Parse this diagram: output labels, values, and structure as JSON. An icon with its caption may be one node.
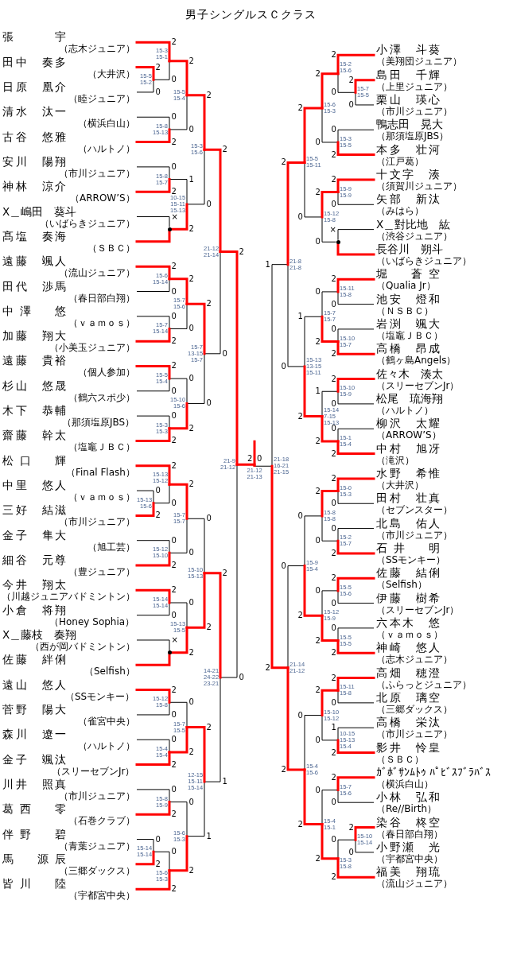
{
  "diagram": {
    "title": "男子シングルスＣクラス",
    "nodes": [
      {
        "text": [
          "張　宇",
          "（志木ジュニア）"
        ]
      },
      {
        "text": [
          "田中　奏多",
          "（大井沢）"
        ]
      },
      {
        "text": [
          "日原　凰介",
          "（睦ジュニア）"
        ]
      },
      {
        "text": [
          "清水　汰一",
          "（横浜白山）"
        ]
      },
      {
        "text": [
          "古谷　悠雅",
          "（ハルトノ）"
        ]
      },
      {
        "text": [
          "安川　陽翔",
          "（市川ジュニア）"
        ]
      },
      {
        "text": [
          "神林　涼介",
          "（ARROW’S）"
        ]
      },
      {
        "text": [
          "X＿嶋田　葵斗",
          "（いばらきジュニア）"
        ]
      },
      {
        "text": [
          "髙塩　奏海",
          "（ＳＢＣ）"
        ]
      },
      {
        "text": [
          "遠藤　颯人",
          "（流山ジュニア）"
        ]
      },
      {
        "text": [
          "田代　渉馬",
          "（春日部白翔）"
        ]
      },
      {
        "text": [
          "中澤　悠",
          "（ｖａｍｏｓ）"
        ]
      },
      {
        "text": [
          "加藤　翔大",
          "（小美玉ジュニア）"
        ]
      },
      {
        "text": [
          "遠藤　貴裕",
          "（個人参加）"
        ]
      },
      {
        "text": [
          "杉山　悠晟",
          "（鶴六スポ少）"
        ]
      },
      {
        "text": [
          "木下　恭輔",
          "（那須塩原JBS）"
        ]
      },
      {
        "text": [
          "齋藤　幹太",
          "（塩竈ＪＢＣ）"
        ]
      },
      {
        "text": [
          "松口　輝",
          "（Final Flash）"
        ]
      },
      {
        "text": [
          "中里　悠人",
          "（ｖａｍｏｓ）"
        ]
      },
      {
        "text": [
          "三好　結滋",
          "（市川ジュニア）"
        ]
      },
      {
        "text": [
          "金子　隼大",
          "（旭工芸）"
        ]
      },
      {
        "text": [
          "細谷　元尊",
          "（豊ジュニア）"
        ]
      },
      {
        "text": [
          "今井　翔太",
          "（川越ジュニアバドミントン）"
        ]
      },
      {
        "text": [
          "小倉　将翔",
          "（Honey Sophia）"
        ]
      },
      {
        "text": [
          "X＿藤枝　奏翔",
          "（西が岡バドミントン）"
        ]
      },
      {
        "text": [
          "佐藤　絆俐",
          "（Selfish）"
        ]
      },
      {
        "text": [
          "遠山　悠人",
          "（SSモンキー）"
        ]
      },
      {
        "text": [
          "菅野　陽大",
          "（雀宮中央）"
        ]
      },
      {
        "text": [
          "森川　遼一",
          "（ハルトノ）"
        ]
      },
      {
        "text": [
          "金子　颯汰",
          "（スリーセブンJr）"
        ]
      },
      {
        "text": [
          "川井　照真",
          "（市川ジュニア）"
        ]
      },
      {
        "text": [
          "葛西　零",
          "（石巻クラブ）"
        ]
      },
      {
        "text": [
          "伴野　碧",
          "（青葉ジュニア）"
        ]
      },
      {
        "text": [
          "馬　源辰",
          "（三郷ダックス）"
        ]
      },
      {
        "text": [
          "皆川　陸",
          "（宇都宮中央）"
        ]
      },
      {
        "text": [
          "小澤　斗葵",
          "（美翔団ジュニア）"
        ]
      },
      {
        "text": [
          "島田　千輝",
          "（上里ジュニア）"
        ]
      },
      {
        "text": [
          "栗山　瑛心",
          "（市川ジュニア）"
        ]
      },
      {
        "text": [
          "鴨志田　晃大",
          "（那須塩原JBS）"
        ]
      },
      {
        "text": [
          "本多　壮河",
          "（江戸葛）"
        ]
      },
      {
        "text": [
          "十文字　湊",
          "（須賀川ジュニア）"
        ]
      },
      {
        "text": [
          "矢部　新汰",
          "（みはら）"
        ]
      },
      {
        "text": [
          "X＿對比地　紘",
          "（渋谷ジュニア）"
        ]
      },
      {
        "text": [
          "長谷川　朔斗",
          "（いばらきジュニア）"
        ]
      },
      {
        "text": [
          "堀　蒼空",
          "（Qualia Jr）"
        ]
      },
      {
        "text": [
          "池安　燈和",
          "（ＮＳＢＣ）"
        ]
      },
      {
        "text": [
          "岩渕　颯大",
          "（塩竈ＪＢＣ）"
        ]
      },
      {
        "text": [
          "高橋　昂成",
          "（鶴ヶ島Angels）"
        ]
      },
      {
        "text": [
          "佐々木　湊太",
          "（スリーセブンJr）"
        ]
      },
      {
        "text": [
          "松尾　琉海翔",
          "（ハルトノ）"
        ]
      },
      {
        "text": [
          "柳沢　太耀",
          "（ARROW’S）"
        ]
      },
      {
        "text": [
          "中村　旭冴",
          "（滝沢）"
        ]
      },
      {
        "text": [
          "水野　希惟",
          "（大井沢）"
        ]
      },
      {
        "text": [
          "田村　壮真",
          "（セブンスター）"
        ]
      },
      {
        "text": [
          "北島　佑人",
          "（市川ジュニア）"
        ]
      },
      {
        "text": [
          "石井　明",
          "（SSモンキー）"
        ]
      },
      {
        "text": [
          "佐藤　結俐",
          "（Selfish）"
        ]
      },
      {
        "text": [
          "伊藤　樹希",
          "（スリーセブンJr）"
        ]
      },
      {
        "text": [
          "六本木　悠",
          "（ｖａｍｏｓ）"
        ]
      },
      {
        "text": [
          "神崎　悠人",
          "（志木ジュニア）"
        ]
      },
      {
        "text": [
          "高畑　穂澄",
          "（ふらっとジュニア）"
        ]
      },
      {
        "text": [
          "北原　璃空",
          "（三郷ダックス）"
        ]
      },
      {
        "text": [
          "高橋　栄汰",
          "（市川ジュニア）"
        ]
      },
      {
        "text": [
          "影井　怜皇",
          "（ＳＢＣ）"
        ]
      },
      {
        "text": [
          "ｶﾞﾎﾞｻﾝﾑﾄｩ ﾊﾟﾋﾞｽﾌﾞﾗﾊﾞｽ",
          "（横浜白山）"
        ]
      },
      {
        "text": [
          "小林　弘和",
          "（Re//Birth）"
        ]
      },
      {
        "text": [
          "染谷　柊空",
          "（春日部白翔）"
        ]
      },
      {
        "text": [
          "小野瀬　光",
          "（宇都宮中央）"
        ]
      },
      {
        "text": [
          "福美　翔琉",
          "（流山ジュニア）"
        ]
      },
      {
        "text": [
          "15-5",
          "15-2"
        ]
      },
      {
        "text": [
          "15-3",
          "15-1"
        ]
      },
      {
        "text": [
          "15-8",
          "15-13"
        ]
      },
      {
        "text": [
          "15-5",
          "15-4"
        ]
      },
      {
        "text": [
          "15-8",
          "15-7"
        ]
      },
      {
        "text": [],
        "shape": "point"
      },
      {
        "text": [
          "10-15",
          "15-11",
          "15-13"
        ]
      },
      {
        "text": [
          "15-3",
          "15-6"
        ]
      },
      {
        "text": [
          "15-6",
          "15-14"
        ]
      },
      {
        "text": [
          "15-7",
          "15-14"
        ]
      },
      {
        "text": [
          "15-7",
          "15-6"
        ]
      },
      {
        "text": [
          "15-5",
          "15-4"
        ]
      },
      {
        "text": [
          "15-3",
          "15-3"
        ]
      },
      {
        "text": [
          "15-10",
          "15-6"
        ]
      },
      {
        "text": [
          "15-7",
          "13-15",
          "15-7"
        ]
      },
      {
        "text": [
          "21-12",
          "21-14"
        ]
      },
      {
        "text": [
          "15-13",
          "15-6"
        ]
      },
      {
        "text": [
          "15-13",
          "15-12"
        ]
      },
      {
        "text": [
          "15-12",
          "15-10"
        ]
      },
      {
        "text": [
          "15-7",
          "15-7"
        ]
      },
      {
        "text": [
          "15-14",
          "15-14"
        ]
      },
      {
        "text": [],
        "shape": "point"
      },
      {
        "text": [
          "15-13",
          "15-5"
        ]
      },
      {
        "text": [
          "15-10",
          "15-13"
        ]
      },
      {
        "text": [
          "15-12",
          "15-8"
        ]
      },
      {
        "text": [
          "15-4",
          "15-4"
        ]
      },
      {
        "text": [
          "15-7",
          "15-5"
        ]
      },
      {
        "text": [
          "15-8",
          "15-9"
        ]
      },
      {
        "text": [
          "15-14",
          "15-14"
        ]
      },
      {
        "text": [
          "15-6",
          "15-3"
        ]
      },
      {
        "text": [
          "15-6",
          "15-3"
        ]
      },
      {
        "text": [
          "12-15",
          "15-11",
          "15-14"
        ]
      },
      {
        "text": [
          "14-21",
          "24-22",
          "23-21"
        ]
      },
      {
        "text": [
          "21-9",
          "21-12"
        ]
      },
      {
        "text": [
          "21-12",
          "21-13"
        ]
      },
      {
        "text": [
          "21-18",
          "16-21",
          "21-15"
        ]
      },
      {
        "text": [
          "21-8",
          "21-8"
        ]
      },
      {
        "text": [
          "15-5",
          "15-11"
        ]
      },
      {
        "text": [
          "15-6",
          "15-3"
        ]
      },
      {
        "text": [
          "15-2",
          "15-6"
        ]
      },
      {
        "text": [
          "15-7",
          "15-5"
        ]
      },
      {
        "text": [
          "15-3",
          "15-5"
        ]
      },
      {
        "text": [
          "15-12",
          "15-8"
        ]
      },
      {
        "text": [
          "15-9",
          "15-9"
        ]
      },
      {
        "text": [],
        "shape": "point"
      },
      {
        "text": [
          "15-13",
          "13-15",
          "15-11"
        ]
      },
      {
        "text": [
          "15-7",
          "15-7"
        ]
      },
      {
        "text": [
          "15-11",
          "15-8"
        ]
      },
      {
        "text": [
          "15-10",
          "15-7"
        ]
      },
      {
        "text": [
          "15-14",
          "7-15",
          "15-13"
        ]
      },
      {
        "text": [
          "15-10",
          "15-9"
        ]
      },
      {
        "text": [
          "15-1",
          "15-4"
        ]
      },
      {
        "text": [
          "21-14",
          "21-12"
        ]
      },
      {
        "text": [
          "15-9",
          "15-4"
        ]
      },
      {
        "text": [
          "15-8",
          "15-8"
        ]
      },
      {
        "text": [
          "15-0",
          "15-3"
        ]
      },
      {
        "text": [
          "15-2",
          "15-7"
        ]
      },
      {
        "text": [
          "15-12",
          "15-9"
        ]
      },
      {
        "text": [
          "15-5",
          "15-6"
        ]
      },
      {
        "text": [
          "15-5",
          "15-5"
        ]
      },
      {
        "text": [
          "15-4",
          "15-6"
        ]
      },
      {
        "text": [
          "15-10",
          "15-12"
        ]
      },
      {
        "text": [
          "15-11",
          "15-8"
        ]
      },
      {
        "text": [
          "10-15",
          "15-13",
          "15-4"
        ]
      },
      {
        "text": [
          "15-4",
          "15-1"
        ]
      },
      {
        "text": [
          "15-7",
          "15-6"
        ]
      },
      {
        "text": [
          "15-3",
          "15-8"
        ]
      },
      {
        "text": [
          "15-10",
          "15-14"
        ]
      }
    ],
    "edges": [
      {
        "from": 1,
        "to": 69,
        "arrow": "none",
        "label": "2",
        "color": "#ff0000"
      },
      {
        "from": 2,
        "to": 69,
        "arrow": "none",
        "label": "0",
        "color": "#000000"
      },
      {
        "from": 0,
        "to": 70,
        "arrow": "none",
        "label": "2",
        "color": "#ff0000"
      },
      {
        "from": 69,
        "to": 70,
        "arrow": "none",
        "label": "0",
        "color": "#000000"
      },
      {
        "from": 3,
        "to": 71,
        "arrow": "none",
        "label": "0",
        "color": "#000000"
      },
      {
        "from": 4,
        "to": 71,
        "arrow": "none",
        "label": "2",
        "color": "#ff0000"
      },
      {
        "from": 70,
        "to": 72,
        "arrow": "none",
        "label": "2",
        "color": "#ff0000"
      },
      {
        "from": 71,
        "to": 72,
        "arrow": "none",
        "label": "0",
        "color": "#000000"
      },
      {
        "from": 5,
        "to": 73,
        "arrow": "none",
        "label": "0",
        "color": "#000000"
      },
      {
        "from": 6,
        "to": 73,
        "arrow": "none",
        "label": "2",
        "color": "#ff0000"
      },
      {
        "from": 7,
        "to": 74,
        "arrow": "none",
        "label": "×",
        "color": "#000000"
      },
      {
        "from": 8,
        "to": 74,
        "arrow": "none",
        "color": "#ff0000"
      },
      {
        "from": 73,
        "to": 75,
        "arrow": "none",
        "label": "1",
        "color": "#000000"
      },
      {
        "from": 74,
        "to": 75,
        "arrow": "none",
        "label": "2",
        "color": "#ff0000"
      },
      {
        "from": 72,
        "to": 76,
        "arrow": "none",
        "label": "2",
        "color": "#ff0000"
      },
      {
        "from": 75,
        "to": 76,
        "arrow": "none",
        "label": "0",
        "color": "#000000"
      },
      {
        "from": 9,
        "to": 77,
        "arrow": "none",
        "label": "2",
        "color": "#ff0000"
      },
      {
        "from": 10,
        "to": 77,
        "arrow": "none",
        "label": "0",
        "color": "#000000"
      },
      {
        "from": 11,
        "to": 78,
        "arrow": "none",
        "label": "0",
        "color": "#000000"
      },
      {
        "from": 12,
        "to": 78,
        "arrow": "none",
        "label": "2",
        "color": "#ff0000"
      },
      {
        "from": 77,
        "to": 79,
        "arrow": "none",
        "label": "2",
        "color": "#ff0000"
      },
      {
        "from": 78,
        "to": 79,
        "arrow": "none",
        "label": "0",
        "color": "#000000"
      },
      {
        "from": 13,
        "to": 80,
        "arrow": "none",
        "label": "2",
        "color": "#ff0000"
      },
      {
        "from": 14,
        "to": 80,
        "arrow": "none",
        "label": "0",
        "color": "#000000"
      },
      {
        "from": 15,
        "to": 81,
        "arrow": "none",
        "label": "0",
        "color": "#000000"
      },
      {
        "from": 16,
        "to": 81,
        "arrow": "none",
        "label": "2",
        "color": "#ff0000"
      },
      {
        "from": 80,
        "to": 82,
        "arrow": "none",
        "label": "0",
        "color": "#000000"
      },
      {
        "from": 81,
        "to": 82,
        "arrow": "none",
        "label": "2",
        "color": "#ff0000"
      },
      {
        "from": 79,
        "to": 83,
        "arrow": "none",
        "label": "2",
        "color": "#ff0000"
      },
      {
        "from": 82,
        "to": 83,
        "arrow": "none",
        "label": "0",
        "color": "#000000"
      },
      {
        "from": 76,
        "to": 84,
        "arrow": "none",
        "label": "2",
        "color": "#ff0000"
      },
      {
        "from": 83,
        "to": 84,
        "arrow": "none",
        "label": "0",
        "color": "#000000"
      },
      {
        "from": 18,
        "to": 85,
        "arrow": "none",
        "label": "0",
        "color": "#000000"
      },
      {
        "from": 19,
        "to": 85,
        "arrow": "none",
        "label": "2",
        "color": "#ff0000"
      },
      {
        "from": 17,
        "to": 86,
        "arrow": "none",
        "label": "2",
        "color": "#ff0000"
      },
      {
        "from": 85,
        "to": 86,
        "arrow": "none",
        "label": "0",
        "color": "#000000"
      },
      {
        "from": 20,
        "to": 87,
        "arrow": "none",
        "label": "0",
        "color": "#000000"
      },
      {
        "from": 21,
        "to": 87,
        "arrow": "none",
        "label": "2",
        "color": "#ff0000"
      },
      {
        "from": 86,
        "to": 88,
        "arrow": "none",
        "label": "2",
        "color": "#ff0000"
      },
      {
        "from": 87,
        "to": 88,
        "arrow": "none",
        "label": "0",
        "color": "#000000"
      },
      {
        "from": 22,
        "to": 89,
        "arrow": "none",
        "label": "2",
        "color": "#ff0000"
      },
      {
        "from": 23,
        "to": 89,
        "arrow": "none",
        "label": "0",
        "color": "#000000"
      },
      {
        "from": 24,
        "to": 90,
        "arrow": "none",
        "label": "×",
        "color": "#000000"
      },
      {
        "from": 25,
        "to": 90,
        "arrow": "none",
        "color": "#ff0000"
      },
      {
        "from": 89,
        "to": 91,
        "arrow": "none",
        "label": "0",
        "color": "#000000"
      },
      {
        "from": 90,
        "to": 91,
        "arrow": "none",
        "label": "2",
        "color": "#ff0000"
      },
      {
        "from": 88,
        "to": 92,
        "arrow": "none",
        "label": "0",
        "color": "#000000"
      },
      {
        "from": 91,
        "to": 92,
        "arrow": "none",
        "label": "2",
        "color": "#ff0000"
      },
      {
        "from": 26,
        "to": 93,
        "arrow": "none",
        "label": "2",
        "color": "#ff0000"
      },
      {
        "from": 27,
        "to": 93,
        "arrow": "none",
        "label": "0",
        "color": "#000000"
      },
      {
        "from": 28,
        "to": 94,
        "arrow": "none",
        "label": "0",
        "color": "#000000"
      },
      {
        "from": 29,
        "to": 94,
        "arrow": "none",
        "label": "2",
        "color": "#ff0000"
      },
      {
        "from": 93,
        "to": 95,
        "arrow": "none",
        "label": "0",
        "color": "#000000"
      },
      {
        "from": 94,
        "to": 95,
        "arrow": "none",
        "label": "2",
        "color": "#ff0000"
      },
      {
        "from": 30,
        "to": 96,
        "arrow": "none",
        "label": "0",
        "color": "#000000"
      },
      {
        "from": 31,
        "to": 96,
        "arrow": "none",
        "label": "2",
        "color": "#ff0000"
      },
      {
        "from": 32,
        "to": 97,
        "arrow": "none",
        "label": "0",
        "color": "#000000"
      },
      {
        "from": 33,
        "to": 97,
        "arrow": "none",
        "label": "2",
        "color": "#ff0000"
      },
      {
        "from": 97,
        "to": 98,
        "arrow": "none",
        "label": "0",
        "color": "#000000"
      },
      {
        "from": 34,
        "to": 98,
        "arrow": "none",
        "label": "2",
        "color": "#ff0000"
      },
      {
        "from": 96,
        "to": 99,
        "arrow": "none",
        "label": "0",
        "color": "#000000"
      },
      {
        "from": 98,
        "to": 99,
        "arrow": "none",
        "label": "2",
        "color": "#ff0000"
      },
      {
        "from": 95,
        "to": 100,
        "arrow": "none",
        "label": "2",
        "color": "#ff0000"
      },
      {
        "from": 99,
        "to": 100,
        "arrow": "none",
        "label": "1",
        "color": "#000000"
      },
      {
        "from": 92,
        "to": 101,
        "arrow": "none",
        "label": "2",
        "color": "#ff0000"
      },
      {
        "from": 100,
        "to": 101,
        "arrow": "none",
        "label": "1",
        "color": "#000000"
      },
      {
        "from": 84,
        "to": 102,
        "arrow": "none",
        "label": "2",
        "color": "#ff0000"
      },
      {
        "from": 101,
        "to": 102,
        "arrow": "none",
        "label": "0",
        "color": "#000000"
      },
      {
        "from": 102,
        "to": 103,
        "arrow": "none",
        "label": "2",
        "color": "#ff0000"
      },
      {
        "from": 103,
        "to": 104,
        "arrow": "none",
        "label": "0",
        "color": "#000000"
      },
      {
        "from": 103,
        "to": null,
        "arrow": "none",
        "color": "#ff0000"
      },
      {
        "from": 104,
        "to": 105,
        "arrow": "none",
        "label": "1",
        "color": "#000000"
      },
      {
        "from": 104,
        "to": 121,
        "arrow": "none",
        "label": "2",
        "color": "#ff0000"
      },
      {
        "from": 105,
        "to": 106,
        "arrow": "none",
        "label": "2",
        "color": "#ff0000"
      },
      {
        "from": 105,
        "to": 114,
        "arrow": "none",
        "label": "0",
        "color": "#000000"
      },
      {
        "from": 106,
        "to": 107,
        "arrow": "none",
        "label": "2",
        "color": "#ff0000"
      },
      {
        "from": 106,
        "to": 111,
        "arrow": "none",
        "label": "0",
        "color": "#000000"
      },
      {
        "from": 107,
        "to": 108,
        "arrow": "none",
        "label": "2",
        "color": "#ff0000"
      },
      {
        "from": 107,
        "to": 110,
        "arrow": "none",
        "label": "0",
        "color": "#000000"
      },
      {
        "from": 108,
        "to": 35,
        "arrow": "none",
        "label": "2",
        "color": "#ff0000"
      },
      {
        "from": 108,
        "to": 109,
        "arrow": "none",
        "label": "0",
        "color": "#000000"
      },
      {
        "from": 109,
        "to": 36,
        "arrow": "none",
        "label": "2",
        "color": "#ff0000"
      },
      {
        "from": 109,
        "to": 37,
        "arrow": "none",
        "label": "0",
        "color": "#000000"
      },
      {
        "from": 110,
        "to": 38,
        "arrow": "none",
        "label": "0",
        "color": "#000000"
      },
      {
        "from": 110,
        "to": 39,
        "arrow": "none",
        "label": "2",
        "color": "#ff0000"
      },
      {
        "from": 111,
        "to": 112,
        "arrow": "none",
        "label": "2",
        "color": "#ff0000"
      },
      {
        "from": 111,
        "to": 113,
        "arrow": "none",
        "label": "0",
        "color": "#000000"
      },
      {
        "from": 112,
        "to": 40,
        "arrow": "none",
        "label": "2",
        "color": "#ff0000"
      },
      {
        "from": 112,
        "to": 41,
        "arrow": "none",
        "label": "0",
        "color": "#000000"
      },
      {
        "from": 113,
        "to": 42,
        "arrow": "none",
        "label": "×",
        "color": "#000000"
      },
      {
        "from": 113,
        "to": 43,
        "arrow": "none",
        "color": "#ff0000"
      },
      {
        "from": 114,
        "to": 115,
        "arrow": "none",
        "label": "1",
        "color": "#000000"
      },
      {
        "from": 114,
        "to": 118,
        "arrow": "none",
        "label": "2",
        "color": "#ff0000"
      },
      {
        "from": 115,
        "to": 116,
        "arrow": "none",
        "label": "0",
        "color": "#000000"
      },
      {
        "from": 115,
        "to": 117,
        "arrow": "none",
        "label": "2",
        "color": "#ff0000"
      },
      {
        "from": 116,
        "to": 44,
        "arrow": "none",
        "label": "2",
        "color": "#ff0000"
      },
      {
        "from": 116,
        "to": 45,
        "arrow": "none",
        "label": "0",
        "color": "#000000"
      },
      {
        "from": 117,
        "to": 46,
        "arrow": "none",
        "label": "0",
        "color": "#000000"
      },
      {
        "from": 117,
        "to": 47,
        "arrow": "none",
        "label": "2",
        "color": "#ff0000"
      },
      {
        "from": 118,
        "to": 119,
        "arrow": "none",
        "label": "1",
        "color": "#000000"
      },
      {
        "from": 118,
        "to": 120,
        "arrow": "none",
        "label": "2",
        "color": "#ff0000"
      },
      {
        "from": 119,
        "to": 48,
        "arrow": "none",
        "label": "2",
        "color": "#ff0000"
      },
      {
        "from": 119,
        "to": 49,
        "arrow": "none",
        "label": "0",
        "color": "#000000"
      },
      {
        "from": 120,
        "to": 50,
        "arrow": "none",
        "label": "0",
        "color": "#000000"
      },
      {
        "from": 120,
        "to": 51,
        "arrow": "none",
        "label": "2",
        "color": "#ff0000"
      },
      {
        "from": 121,
        "to": 122,
        "arrow": "none",
        "label": "0",
        "color": "#000000"
      },
      {
        "from": 121,
        "to": 129,
        "arrow": "none",
        "label": "2",
        "color": "#ff0000"
      },
      {
        "from": 122,
        "to": 123,
        "arrow": "none",
        "label": "0",
        "color": "#000000"
      },
      {
        "from": 122,
        "to": 126,
        "arrow": "none",
        "label": "2",
        "color": "#ff0000"
      },
      {
        "from": 123,
        "to": 124,
        "arrow": "none",
        "label": "2",
        "color": "#ff0000"
      },
      {
        "from": 123,
        "to": 125,
        "arrow": "none",
        "label": "0",
        "color": "#000000"
      },
      {
        "from": 124,
        "to": 52,
        "arrow": "none",
        "label": "2",
        "color": "#ff0000"
      },
      {
        "from": 124,
        "to": 53,
        "arrow": "none",
        "label": "0",
        "color": "#000000"
      },
      {
        "from": 125,
        "to": 54,
        "arrow": "none",
        "label": "0",
        "color": "#000000"
      },
      {
        "from": 125,
        "to": 55,
        "arrow": "none",
        "label": "2",
        "color": "#ff0000"
      },
      {
        "from": 126,
        "to": 127,
        "arrow": "none",
        "label": "0",
        "color": "#000000"
      },
      {
        "from": 126,
        "to": 128,
        "arrow": "none",
        "label": "2",
        "color": "#ff0000"
      },
      {
        "from": 127,
        "to": 56,
        "arrow": "none",
        "label": "2",
        "color": "#ff0000"
      },
      {
        "from": 127,
        "to": 57,
        "arrow": "none",
        "label": "0",
        "color": "#000000"
      },
      {
        "from": 128,
        "to": 58,
        "arrow": "none",
        "label": "0",
        "color": "#000000"
      },
      {
        "from": 128,
        "to": 59,
        "arrow": "none",
        "label": "2",
        "color": "#ff0000"
      },
      {
        "from": 129,
        "to": 130,
        "arrow": "none",
        "label": "0",
        "color": "#000000"
      },
      {
        "from": 129,
        "to": 133,
        "arrow": "none",
        "label": "2",
        "color": "#ff0000"
      },
      {
        "from": 130,
        "to": 131,
        "arrow": "none",
        "label": "2",
        "color": "#ff0000"
      },
      {
        "from": 130,
        "to": 132,
        "arrow": "none",
        "label": "0",
        "color": "#000000"
      },
      {
        "from": 131,
        "to": 60,
        "arrow": "none",
        "label": "2",
        "color": "#ff0000"
      },
      {
        "from": 131,
        "to": 61,
        "arrow": "none",
        "label": "0",
        "color": "#000000"
      },
      {
        "from": 132,
        "to": 62,
        "arrow": "none",
        "label": "1",
        "color": "#000000"
      },
      {
        "from": 132,
        "to": 63,
        "arrow": "none",
        "label": "2",
        "color": "#ff0000"
      },
      {
        "from": 133,
        "to": 134,
        "arrow": "none",
        "label": "0",
        "color": "#000000"
      },
      {
        "from": 133,
        "to": 135,
        "arrow": "none",
        "label": "2",
        "color": "#ff0000"
      },
      {
        "from": 134,
        "to": 64,
        "arrow": "none",
        "label": "2",
        "color": "#ff0000"
      },
      {
        "from": 134,
        "to": 65,
        "arrow": "none",
        "label": "0",
        "color": "#000000"
      },
      {
        "from": 135,
        "to": 136,
        "arrow": "none",
        "label": "0",
        "color": "#000000"
      },
      {
        "from": 135,
        "to": 68,
        "arrow": "none",
        "label": "2",
        "color": "#ff0000"
      },
      {
        "from": 136,
        "to": 66,
        "arrow": "none",
        "label": "2",
        "color": "#ff0000"
      },
      {
        "from": 136,
        "to": 67,
        "arrow": "none",
        "label": "0",
        "color": "#000000"
      }
    ]
  }
}
